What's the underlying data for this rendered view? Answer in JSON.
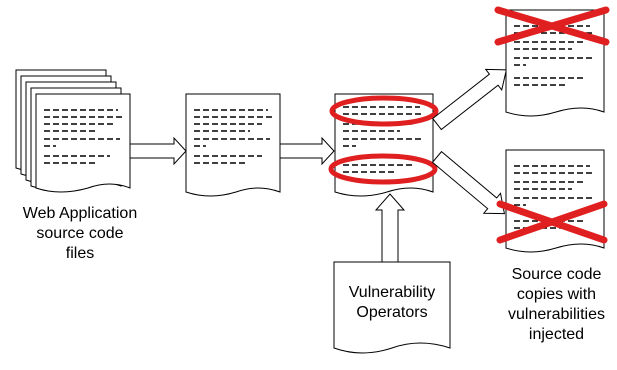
{
  "colors": {
    "stroke": "#000000",
    "fill": "#ffffff",
    "highlight": "#e02020",
    "code": "#000000"
  },
  "labels": {
    "source_files": [
      "Web Application",
      "source code",
      "files"
    ],
    "operators": [
      "Vulnerability",
      "Operators"
    ],
    "outputs": [
      "Source code",
      "copies with",
      "vulnerabilities",
      "injected"
    ]
  },
  "nodes": [
    {
      "id": "source-stack",
      "kind": "document-stack"
    },
    {
      "id": "parsed-doc",
      "kind": "document"
    },
    {
      "id": "marked-doc",
      "kind": "document",
      "highlights": 2
    },
    {
      "id": "output-doc-top",
      "kind": "document",
      "crossed": "top"
    },
    {
      "id": "output-doc-bottom",
      "kind": "document",
      "crossed": "bottom"
    },
    {
      "id": "operators-doc",
      "kind": "document"
    }
  ],
  "edges": [
    {
      "from": "source-stack",
      "to": "parsed-doc"
    },
    {
      "from": "parsed-doc",
      "to": "marked-doc"
    },
    {
      "from": "operators-doc",
      "to": "marked-doc"
    },
    {
      "from": "marked-doc",
      "to": "output-doc-top"
    },
    {
      "from": "marked-doc",
      "to": "output-doc-bottom"
    }
  ]
}
